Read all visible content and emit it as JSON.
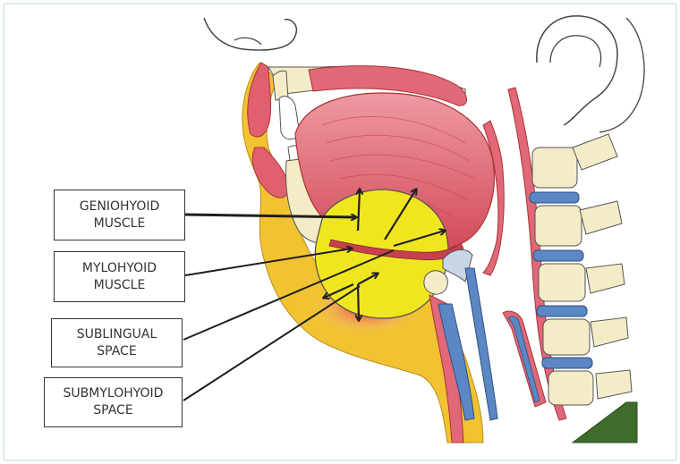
{
  "labels": {
    "geniohyoid": {
      "line1": "GENIOHYOID",
      "line2": "MUSCLE"
    },
    "mylohyoid": {
      "line1": "MYLOHYOID",
      "line2": "MUSCLE"
    },
    "sublingual": {
      "line1": "SUBLINGUAL",
      "line2": "SPACE"
    },
    "submylohyoid": {
      "line1": "SUBMYLOHYOID",
      "line2": "SPACE"
    }
  },
  "colors": {
    "tongue": "#d8505f",
    "tongue_light": "#e8909a",
    "fat": "#f1c232",
    "bone": "#f3ecc7",
    "mass": "#f0e620",
    "vessel": "#5b87c5",
    "outline": "#333333"
  }
}
